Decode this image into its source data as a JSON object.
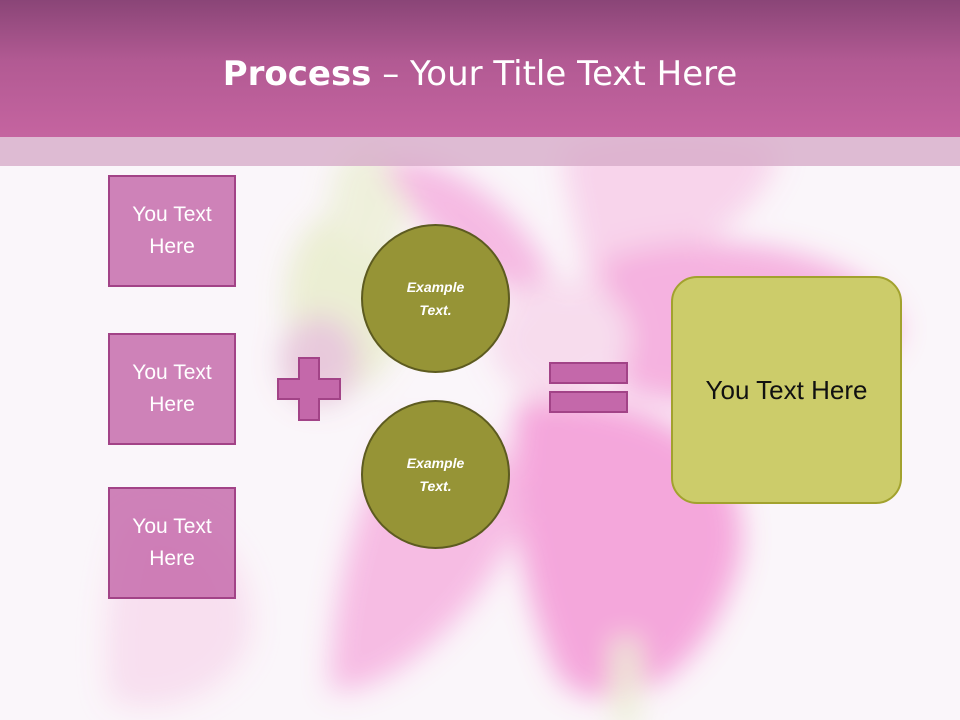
{
  "slide": {
    "title_bold": "Process",
    "title_rest": " – Your Title Text Here"
  },
  "inputs": [
    {
      "label": "You Text Here"
    },
    {
      "label": "You Text Here"
    },
    {
      "label": "You Text Here"
    }
  ],
  "circles": [
    {
      "line1": "Example",
      "line2": "Text."
    },
    {
      "line1": "Example",
      "line2": "Text."
    }
  ],
  "result": {
    "label": "You Text Here"
  },
  "colors": {
    "header": "#b25a93",
    "box_fill": "#c468aa",
    "circle_fill": "#969436",
    "result_fill": "#cccc6a"
  },
  "icons": {
    "operator_1": "plus-icon",
    "operator_2": "equals-icon"
  }
}
